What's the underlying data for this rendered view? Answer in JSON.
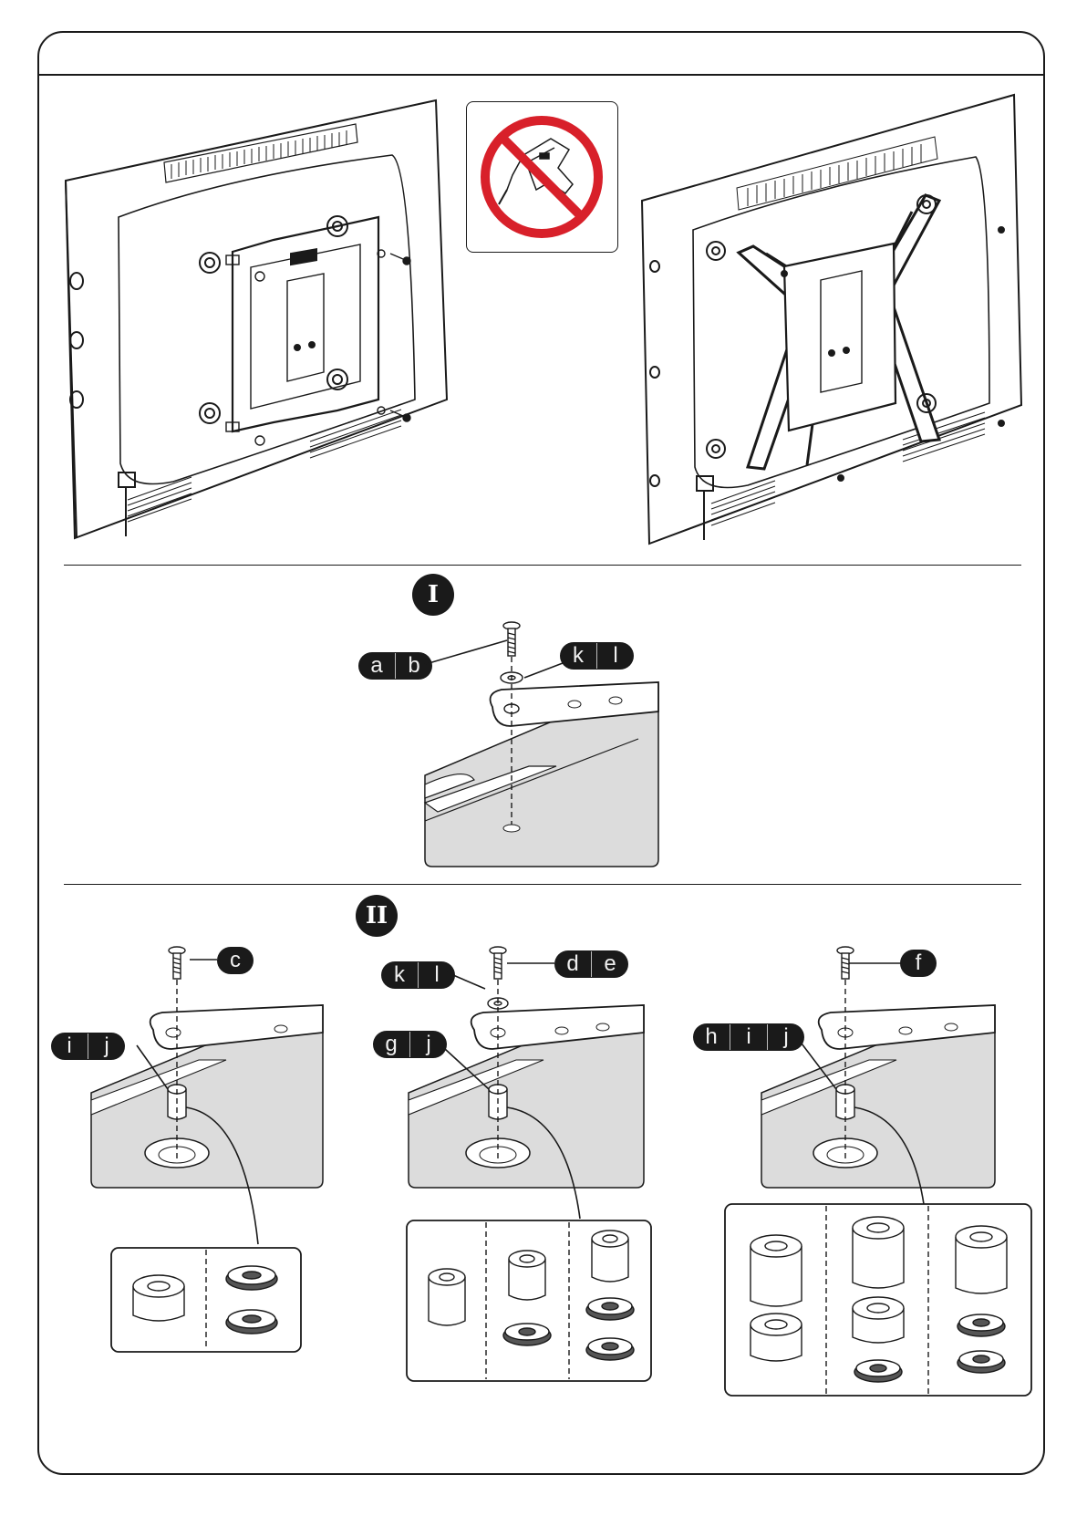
{
  "steps": {
    "step1": {
      "numeral": "I"
    },
    "step2": {
      "numeral": "II"
    }
  },
  "step1_callouts": {
    "screw": [
      "a",
      "b"
    ],
    "washer": [
      "k",
      "l"
    ]
  },
  "step2_callouts": {
    "left": {
      "screw": [
        "c"
      ],
      "spacer": [
        "i",
        "j"
      ]
    },
    "middle": {
      "washer": [
        "k",
        "l"
      ],
      "screw": [
        "d",
        "e"
      ],
      "spacer": [
        "g",
        "j"
      ]
    },
    "right": {
      "screw": [
        "f"
      ],
      "spacer": [
        "h",
        "i",
        "j"
      ]
    }
  },
  "icons": {
    "no_power_tools": "no-power-drill-icon"
  },
  "colors": {
    "ink": "#1a1a1a",
    "prohibit_red": "#d8202a",
    "panel_gray": "#dcdcdc"
  }
}
